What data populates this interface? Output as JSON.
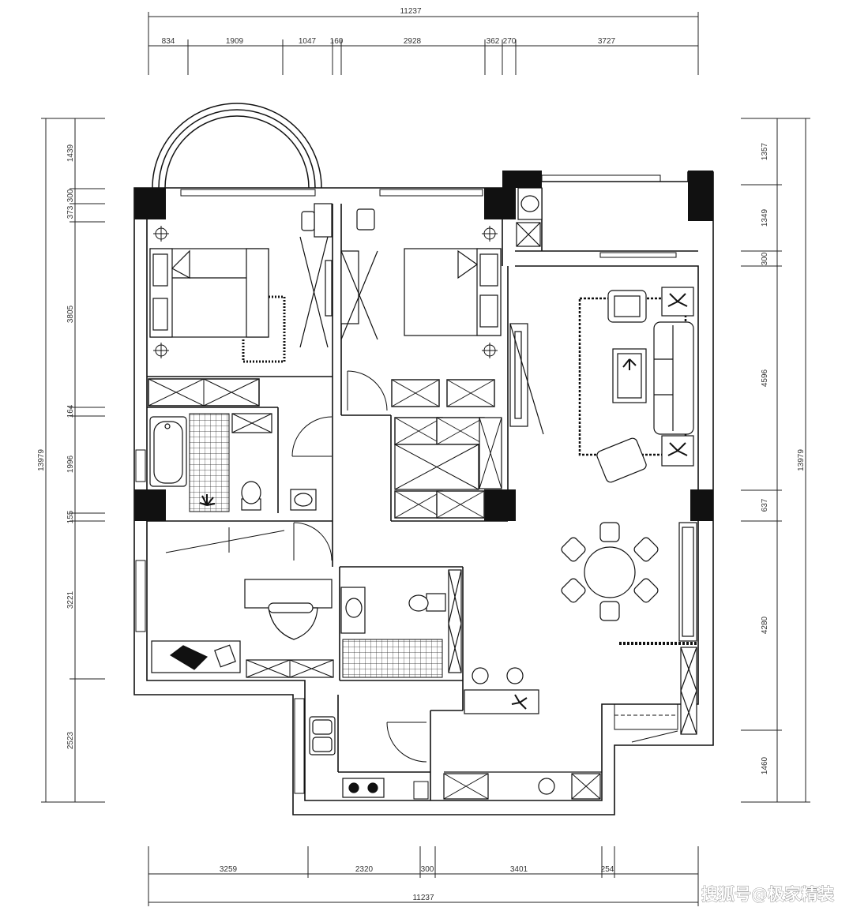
{
  "dimensions": {
    "top_total": "11237",
    "top_segments": [
      "834",
      "1909",
      "1047",
      "160",
      "2928",
      "362",
      "270",
      "3727"
    ],
    "bottom_total": "11237",
    "bottom_segments": [
      "3259",
      "2320",
      "300",
      "3401",
      "254"
    ],
    "left_total": "13979",
    "left_segments": [
      "1439",
      "300",
      "373",
      "3805",
      "164",
      "1996",
      "155",
      "3221",
      "2523"
    ],
    "right_total": "13979",
    "right_segments": [
      "1357",
      "1349",
      "300",
      "4596",
      "637",
      "4280",
      "1460"
    ]
  },
  "watermark": "搜狐号@极家精装"
}
